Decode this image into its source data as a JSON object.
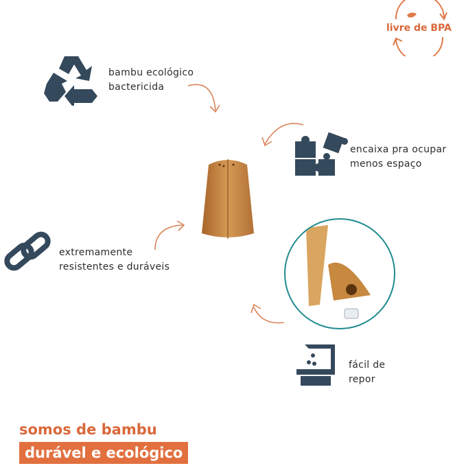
{
  "badge": {
    "text": "livre de BPA"
  },
  "features": [
    {
      "line1": "bambu ecológico",
      "line2": "bactericida"
    },
    {
      "line1": "encaixa pra ocupar",
      "line2": "menos espaço"
    },
    {
      "line1": "extremamente",
      "line2": "resistentes e duráveis"
    },
    {
      "line1": "fácil de",
      "line2": "repor"
    }
  ],
  "footer": {
    "title": "somos de bambu",
    "highlight": "durável e ecológico"
  },
  "colors": {
    "orange": "#e2703f",
    "navy": "#35495c",
    "bamboo": "#c98a45"
  }
}
